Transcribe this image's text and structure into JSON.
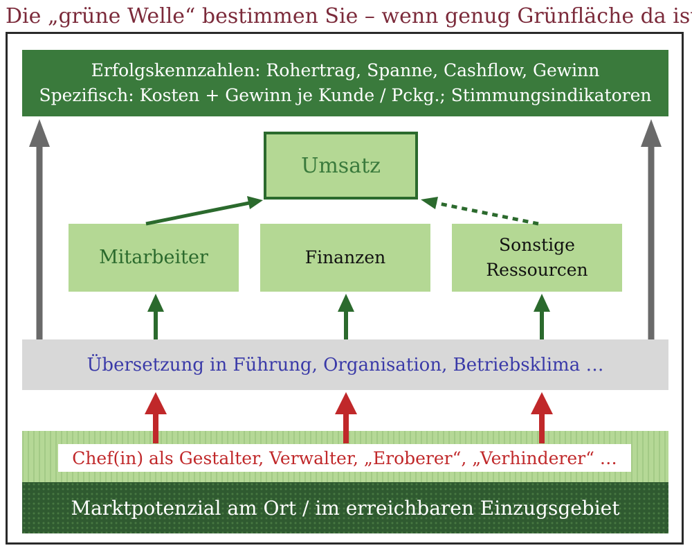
{
  "title": "Die „grüne Welle“ bestimmen Sie – wenn genug Grünfläche da ist …",
  "topbar": {
    "line1": "Erfolgskennzahlen: Rohertrag, Spanne, Cashflow, Gewinn",
    "line2": "Spezifisch: Kosten + Gewinn je Kunde / Pckg.; Stimmungsindikatoren"
  },
  "umsatz": "Umsatz",
  "resources": {
    "mitarbeiter": "Mitarbeiter",
    "finanzen": "Finanzen",
    "sonstige_line1": "Sonstige",
    "sonstige_line2": "Ressourcen"
  },
  "translation": "Übersetzung in Führung, Organisation, Betriebsklima …",
  "chef": "Chef(in) als Gestalter, Verwalter, „Eroberer“, „Verhinderer“ …",
  "market": "Marktpotenzial am Ort / im erreichbaren Einzugsgebiet",
  "colors": {
    "title": "#7b2a3a",
    "dark_green": "#3a7a3c",
    "light_green": "#b4d894",
    "grey_bar": "#d8d8d8",
    "blue_text": "#3a3aa8",
    "red": "#c0282a",
    "grey_arrow": "#6a6a6a"
  }
}
